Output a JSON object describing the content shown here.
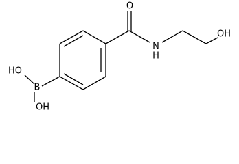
{
  "molecule": {
    "atoms": {
      "o_carbonyl": "O",
      "n_amide": "N",
      "h_amide": "H",
      "o_hydroxyl": "OH",
      "boron": "B",
      "o_boron_upper": "HO",
      "o_boron_lower": "OH"
    }
  }
}
